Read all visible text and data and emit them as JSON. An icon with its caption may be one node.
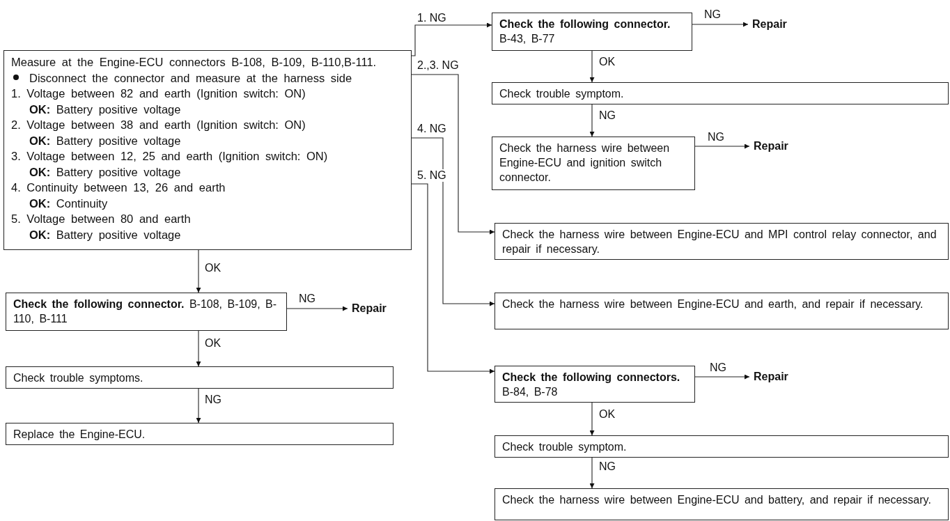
{
  "diagram": {
    "nodes": [
      {
        "text": [
          "Measure at the Engine-ECU connectors B-108, B-109, B-110,B-111.",
          "Disconnect the connector and measure at the harness side",
          "1. Voltage between 82 and earth (Ignition switch: ON)",
          "**OK:** Battery positive voltage",
          "2. Voltage between 38 and earth (Ignition switch: ON)",
          "**OK:** Battery positive voltage",
          "3. Voltage between 12, 25 and earth (Ignition switch: ON)",
          "**OK:** Battery positive voltage",
          "4. Continuity between 13, 26 and earth",
          "**OK:** Continuity",
          "5. Voltage between 80 and earth",
          "**OK:** Battery positive voltage"
        ]
      },
      {
        "text": [
          "**Check the following connector.** B-43, B-77"
        ]
      },
      {
        "text": [
          "Repair"
        ]
      },
      {
        "text": [
          "Check trouble symptom."
        ]
      },
      {
        "text": [
          "Check the harness wire between Engine-ECU and ignition switch connector."
        ]
      },
      {
        "text": [
          "Repair"
        ]
      },
      {
        "text": [
          "Check the harness wire between Engine-ECU and MPI control relay connector, and repair if necessary."
        ]
      },
      {
        "text": [
          "Check the harness wire between Engine-ECU and earth, and repair if necessary."
        ]
      },
      {
        "text": [
          "**Check the following connectors.** B-84, B-78"
        ]
      },
      {
        "text": [
          "Repair"
        ]
      },
      {
        "text": [
          "Check trouble symptom."
        ]
      },
      {
        "text": [
          "Check the harness wire between Engine-ECU and battery, and repair if necessary."
        ]
      },
      {
        "text": [
          "**Check the following connector.** B-108, B-109, B-110, B-111"
        ]
      },
      {
        "text": [
          "Repair"
        ]
      },
      {
        "text": [
          "Check trouble symptoms."
        ]
      },
      {
        "text": [
          "Replace the Engine-ECU."
        ]
      }
    ],
    "edges": [
      {
        "from": 0,
        "to": 1,
        "arrow": "to",
        "label": "1. NG"
      },
      {
        "from": 0,
        "to": 6,
        "arrow": "to",
        "label": "2.,3. NG"
      },
      {
        "from": 0,
        "to": 7,
        "arrow": "to",
        "label": "4. NG"
      },
      {
        "from": 0,
        "to": 8,
        "arrow": "to",
        "label": "5. NG"
      },
      {
        "from": 1,
        "to": 2,
        "arrow": "to",
        "label": "NG"
      },
      {
        "from": 1,
        "to": 3,
        "arrow": "to",
        "label": "OK"
      },
      {
        "from": 3,
        "to": 4,
        "arrow": "to",
        "label": "NG"
      },
      {
        "from": 4,
        "to": 5,
        "arrow": "to",
        "label": "NG"
      },
      {
        "from": 8,
        "to": 9,
        "arrow": "to",
        "label": "NG"
      },
      {
        "from": 8,
        "to": 10,
        "arrow": "to",
        "label": "OK"
      },
      {
        "from": 10,
        "to": 11,
        "arrow": "to",
        "label": "NG"
      },
      {
        "from": 0,
        "to": 12,
        "arrow": "to",
        "label": "OK"
      },
      {
        "from": 12,
        "to": 13,
        "arrow": "to",
        "label": "NG"
      },
      {
        "from": 12,
        "to": 14,
        "arrow": "to",
        "label": "OK"
      },
      {
        "from": 14,
        "to": 15,
        "arrow": "to",
        "label": "NG"
      }
    ]
  }
}
